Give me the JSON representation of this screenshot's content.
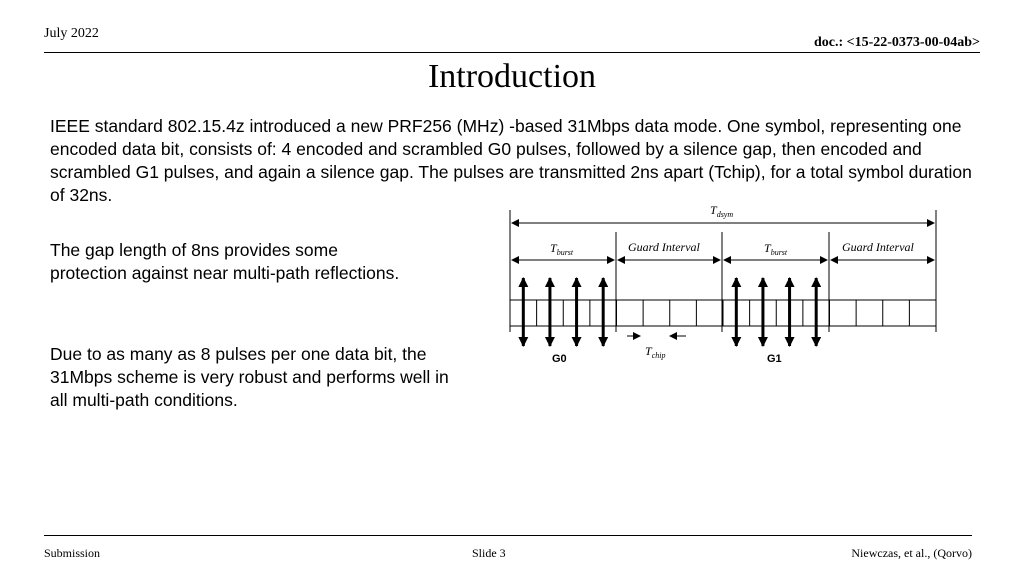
{
  "header": {
    "date": "July 2022",
    "doc": "doc.: <15-22-0373-00-04ab>"
  },
  "title": "Introduction",
  "body": {
    "intro": "IEEE standard 802.15.4z introduced a new PRF256 (MHz) -based 31Mbps data mode. One symbol, representing one encoded data bit, consists of: 4 encoded and scrambled G0 pulses, followed by a silence gap, then encoded and scrambled G1 pulses, and again a silence gap. The pulses are transmitted 2ns apart (Tchip), for a total symbol duration of 32ns.",
    "gap": "The gap length of 8ns provides some protection against near multi-path reflections.",
    "robust": "Due to as many as 8 pulses per one data bit, the 31Mbps scheme is very robust and performs well in all multi-path conditions."
  },
  "diagram": {
    "tdsym": {
      "main": "T",
      "sub": "dsym"
    },
    "tburst": {
      "main": "T",
      "sub": "burst"
    },
    "tchip": {
      "main": "T",
      "sub": "chip"
    },
    "guard_interval": "Guard Interval",
    "g0": "G0",
    "g1": "G1"
  },
  "footer": {
    "left": "Submission",
    "center": "Slide 3",
    "right": "Niewczas, et al., (Qorvo)"
  }
}
